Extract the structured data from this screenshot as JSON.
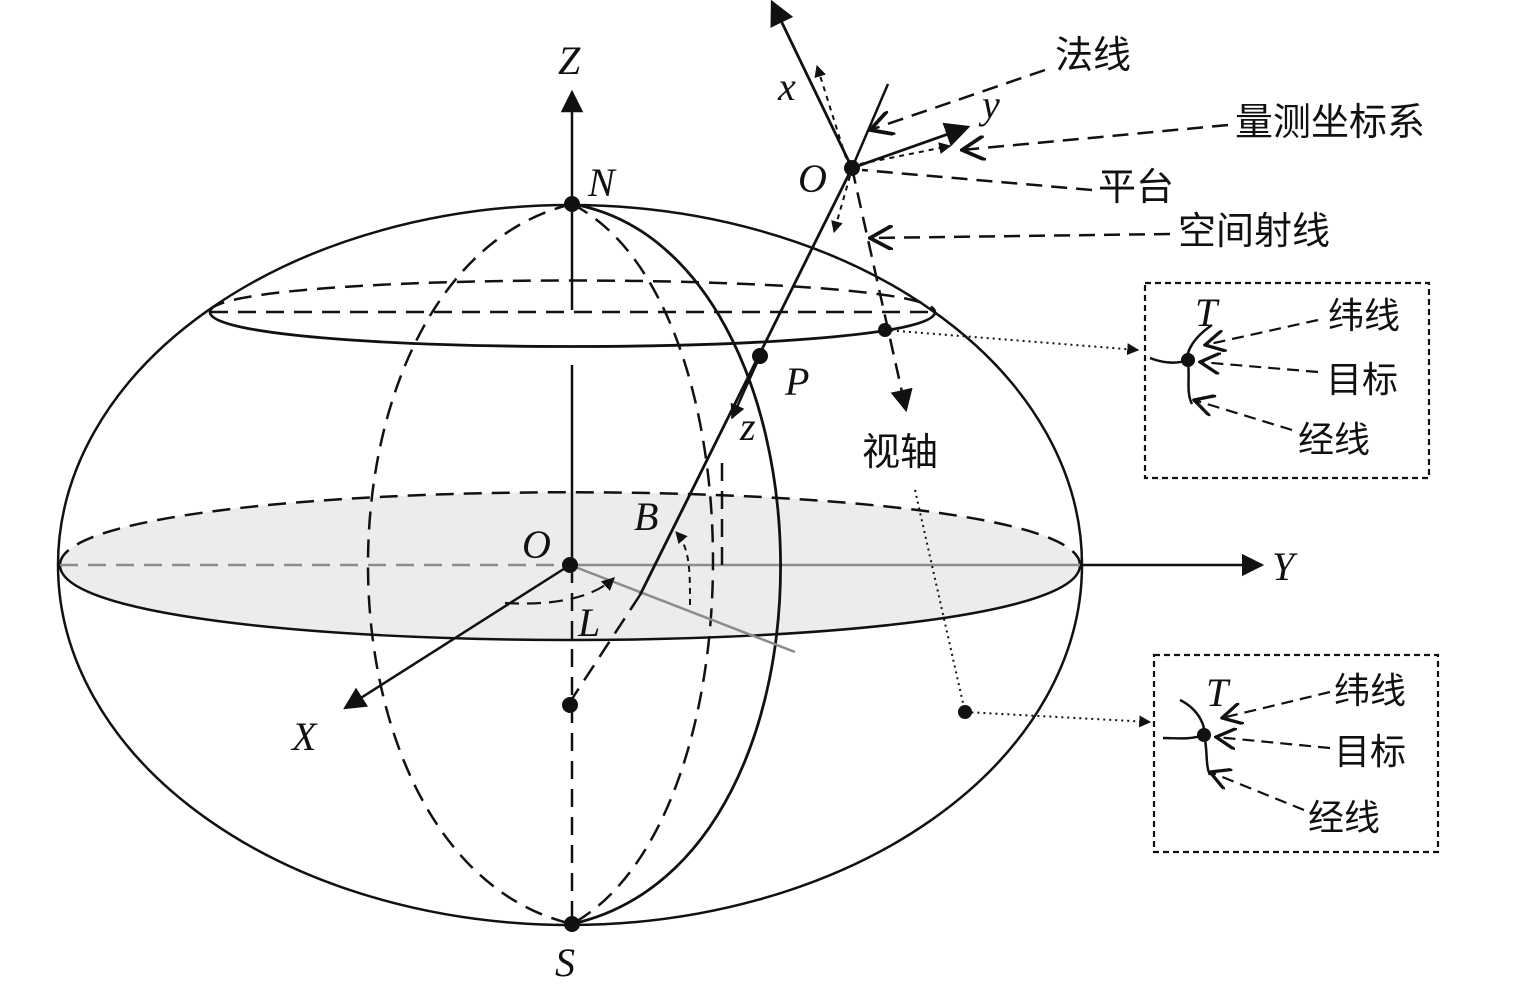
{
  "axes": {
    "z": "Z",
    "y": "Y",
    "x": "X"
  },
  "points": {
    "north": "N",
    "south": "S",
    "center": "O",
    "surface": "P",
    "platform": "O"
  },
  "angles": {
    "latitude": "B",
    "longitude": "L"
  },
  "frame_axes": {
    "x": "x",
    "y": "y",
    "z": "z"
  },
  "callouts": {
    "normal": "法线",
    "measurement_frame": "量测坐标系",
    "platform": "平台",
    "space_ray": "空间射线",
    "boresight": "视轴"
  },
  "insets": [
    {
      "target_letter": "T",
      "parallel": "纬线",
      "target": "目标",
      "meridian": "经线"
    },
    {
      "target_letter": "T",
      "parallel": "纬线",
      "target": "目标",
      "meridian": "经线"
    }
  ],
  "colors": {
    "ink": "#111111",
    "equator_fill": "#ececec",
    "grey_line": "#8c8c8c"
  }
}
